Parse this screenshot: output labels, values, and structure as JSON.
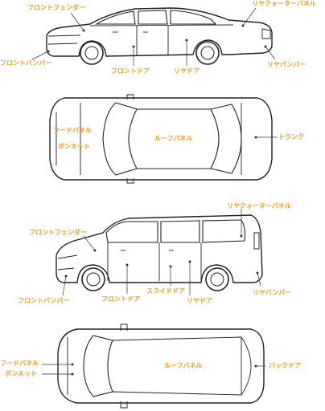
{
  "accent_color": "#f39a1e",
  "sedan_side": {
    "front_fender": "フロントフェンダー",
    "rear_quarter_panel": "リヤクォーターパネル",
    "front_bumper": "フロントバンパー",
    "front_door": "フロントドア",
    "rear_door": "リヤドア",
    "rear_bumper": "リヤバンパー"
  },
  "sedan_top": {
    "hood_panel": "フードパネル",
    "bonnet": "ボンネット",
    "roof_panel": "ルーフパネル",
    "trunk": "トランク"
  },
  "van_side": {
    "rear_quarter_panel": "リヤクォーターパネル",
    "front_fender": "フロントフェンダー",
    "front_bumper": "フロントバンパー",
    "front_door": "フロントドア",
    "slide_door": "スライドドア",
    "rear_door": "リヤドア",
    "rear_bumper": "リヤバンパー"
  },
  "van_top": {
    "hood_panel": "フードパネル",
    "bonnet": "ボンネット",
    "roof_panel": "ルーフパネル",
    "back_door": "バックドア"
  }
}
